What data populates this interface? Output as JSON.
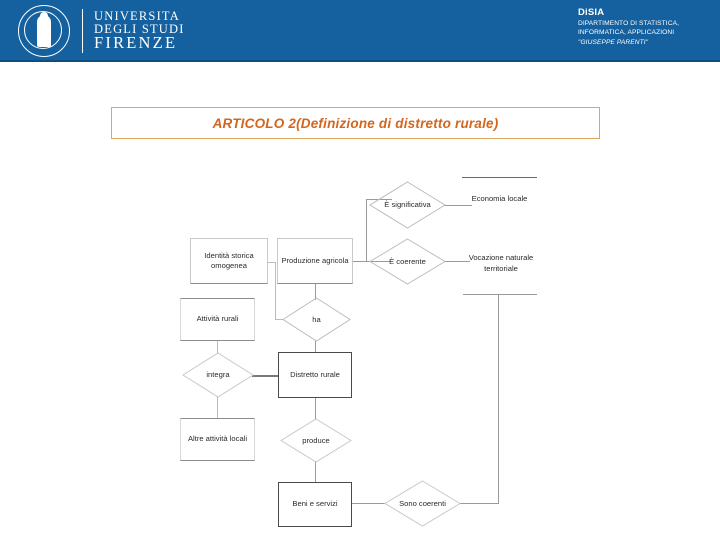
{
  "header": {
    "logo": {
      "seal_name": "university-seal",
      "line1": "UNIVERSITA",
      "line2": "DEGLI STUDI",
      "line3": "FIRENZE"
    },
    "department": {
      "acronym": "DiSIA",
      "line1": "DIPARTIMENTO DI STATISTICA,",
      "line2": "INFORMATICA, APPLICAZIONI",
      "line3": "\"GIUSEPPE PARENTI\""
    },
    "background_color": "#15609e",
    "text_color": "#ffffff"
  },
  "title": {
    "text": "ARTICOLO 2(Definizione di distretto rurale)",
    "color": "#d2661f",
    "border_color": "#d6a860"
  },
  "diagram": {
    "type": "entity-relationship-flowchart",
    "entities": [
      {
        "id": "identita",
        "label": "Identità storica omogenea"
      },
      {
        "id": "produzione",
        "label": "Produzione agricola"
      },
      {
        "id": "economia",
        "label": "Economia locale"
      },
      {
        "id": "vocazione",
        "label": "Vocazione naturale territoriale"
      },
      {
        "id": "attivita-rurali",
        "label": "Attività rurali"
      },
      {
        "id": "distretto",
        "label": "Distretto rurale"
      },
      {
        "id": "altre-attivita",
        "label": "Altre attività locali"
      },
      {
        "id": "beni-servizi",
        "label": "Beni e servizi"
      }
    ],
    "relationships": [
      {
        "id": "e-significativa",
        "label": "È significativa"
      },
      {
        "id": "e-coerente",
        "label": "È coerente"
      },
      {
        "id": "ha",
        "label": "ha"
      },
      {
        "id": "integra",
        "label": "integra"
      },
      {
        "id": "produce",
        "label": "produce"
      },
      {
        "id": "sono-coerenti",
        "label": "Sono coerenti"
      }
    ],
    "edges": [
      {
        "from": "produzione",
        "to": "e-significativa"
      },
      {
        "from": "e-significativa",
        "to": "economia"
      },
      {
        "from": "produzione",
        "to": "e-coerente"
      },
      {
        "from": "e-coerente",
        "to": "vocazione"
      },
      {
        "from": "produzione",
        "to": "ha"
      },
      {
        "from": "ha",
        "to": "distretto"
      },
      {
        "from": "identita",
        "to": "ha"
      },
      {
        "from": "attivita-rurali",
        "to": "integra"
      },
      {
        "from": "integra",
        "to": "altre-attivita"
      },
      {
        "from": "integra",
        "to": "distretto"
      },
      {
        "from": "distretto",
        "to": "produce"
      },
      {
        "from": "produce",
        "to": "beni-servizi"
      },
      {
        "from": "beni-servizi",
        "to": "sono-coerenti"
      },
      {
        "from": "sono-coerenti",
        "to": "vocazione"
      }
    ],
    "line_color": "#9a9a9a"
  }
}
